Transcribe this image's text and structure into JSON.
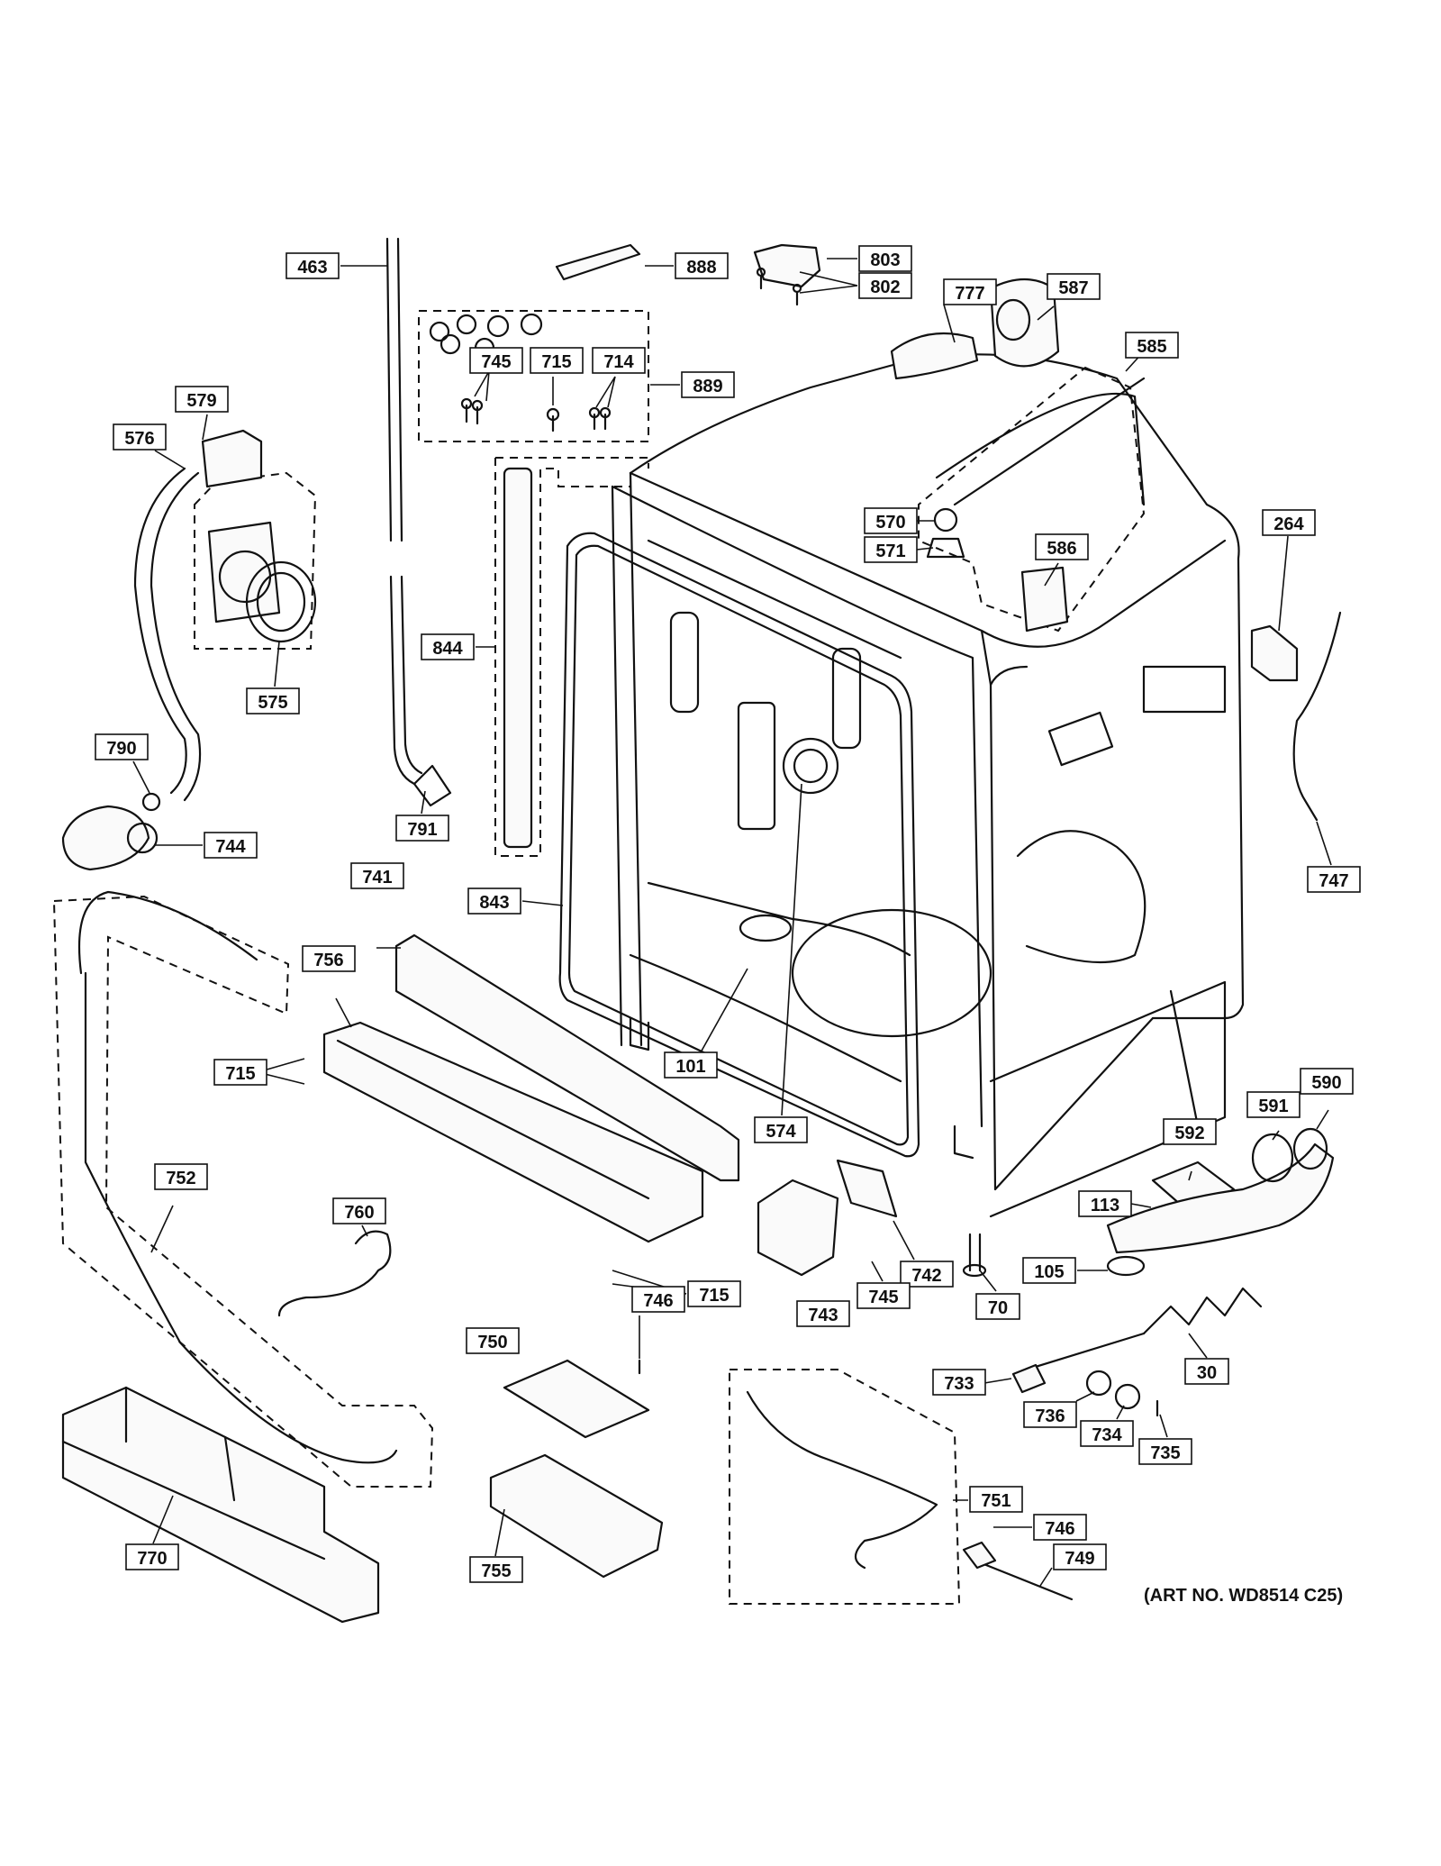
{
  "diagram": {
    "art_note": "(ART NO. WD8514 C25)",
    "callouts": [
      {
        "id": "c463",
        "label": "463"
      },
      {
        "id": "c888",
        "label": "888"
      },
      {
        "id": "c803",
        "label": "803"
      },
      {
        "id": "c802",
        "label": "802"
      },
      {
        "id": "c777",
        "label": "777"
      },
      {
        "id": "c587",
        "label": "587"
      },
      {
        "id": "c585",
        "label": "585"
      },
      {
        "id": "c889",
        "label": "889"
      },
      {
        "id": "c745a",
        "label": "745"
      },
      {
        "id": "c715a",
        "label": "715"
      },
      {
        "id": "c714",
        "label": "714"
      },
      {
        "id": "c579",
        "label": "579"
      },
      {
        "id": "c576",
        "label": "576"
      },
      {
        "id": "c575",
        "label": "575"
      },
      {
        "id": "c570",
        "label": "570"
      },
      {
        "id": "c571",
        "label": "571"
      },
      {
        "id": "c586",
        "label": "586"
      },
      {
        "id": "c264",
        "label": "264"
      },
      {
        "id": "c844",
        "label": "844"
      },
      {
        "id": "c790",
        "label": "790"
      },
      {
        "id": "c744",
        "label": "744"
      },
      {
        "id": "c791",
        "label": "791"
      },
      {
        "id": "c747",
        "label": "747"
      },
      {
        "id": "c741",
        "label": "741"
      },
      {
        "id": "c843",
        "label": "843"
      },
      {
        "id": "c756",
        "label": "756"
      },
      {
        "id": "c715b",
        "label": "715"
      },
      {
        "id": "c101",
        "label": "101"
      },
      {
        "id": "c574",
        "label": "574"
      },
      {
        "id": "c590",
        "label": "590"
      },
      {
        "id": "c591",
        "label": "591"
      },
      {
        "id": "c592",
        "label": "592"
      },
      {
        "id": "c752",
        "label": "752"
      },
      {
        "id": "c113",
        "label": "113"
      },
      {
        "id": "c760",
        "label": "760"
      },
      {
        "id": "c742",
        "label": "742"
      },
      {
        "id": "c105",
        "label": "105"
      },
      {
        "id": "c715c",
        "label": "715"
      },
      {
        "id": "c745b",
        "label": "745"
      },
      {
        "id": "c70",
        "label": "70"
      },
      {
        "id": "c743",
        "label": "743"
      },
      {
        "id": "c746a",
        "label": "746"
      },
      {
        "id": "c750",
        "label": "750"
      },
      {
        "id": "c733",
        "label": "733"
      },
      {
        "id": "c30",
        "label": "30"
      },
      {
        "id": "c736",
        "label": "736"
      },
      {
        "id": "c734",
        "label": "734"
      },
      {
        "id": "c735",
        "label": "735"
      },
      {
        "id": "c751",
        "label": "751"
      },
      {
        "id": "c746b",
        "label": "746"
      },
      {
        "id": "c749",
        "label": "749"
      },
      {
        "id": "c770",
        "label": "770"
      },
      {
        "id": "c755",
        "label": "755"
      }
    ]
  }
}
